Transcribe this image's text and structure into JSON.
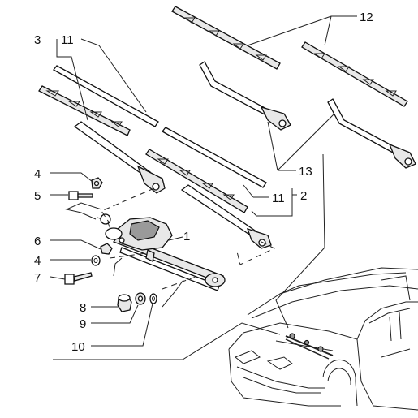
{
  "callouts": {
    "c1": "1",
    "c2": "2",
    "c3": "3",
    "c4a": "4",
    "c4b": "4",
    "c5": "5",
    "c6": "6",
    "c7": "7",
    "c8": "8",
    "c9": "9",
    "c10": "10",
    "c11a": "11",
    "c11b": "11",
    "c12": "12",
    "c13": "13"
  }
}
